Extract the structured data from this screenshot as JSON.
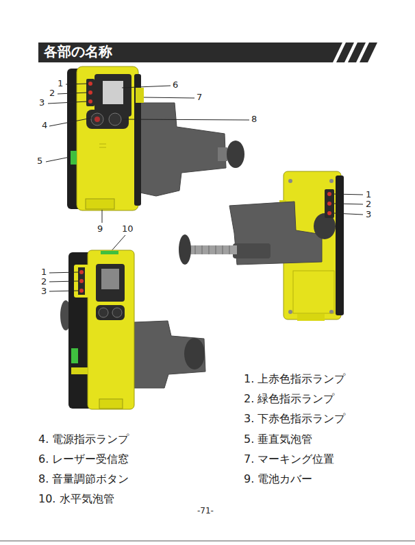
{
  "diagram": {
    "title": "各部の名称",
    "labels": [
      "1",
      "2",
      "3",
      "6",
      "7",
      "4",
      "8",
      "5",
      "9",
      "10",
      "1",
      "2",
      "3",
      "1",
      "2",
      "3",
      "1. 上赤色指示ランプ",
      "2. 緑色指示ランプ",
      "3. 下赤色指示ランプ",
      "4. 電源指示ランプ",
      "5. 垂直気泡管",
      "6. レーザー受信窓",
      "7. マーキング位置",
      "8. 音量調節ボタン",
      "9. 電池カバー",
      "10. 水平気泡管",
      "-71-"
    ]
  }
}
